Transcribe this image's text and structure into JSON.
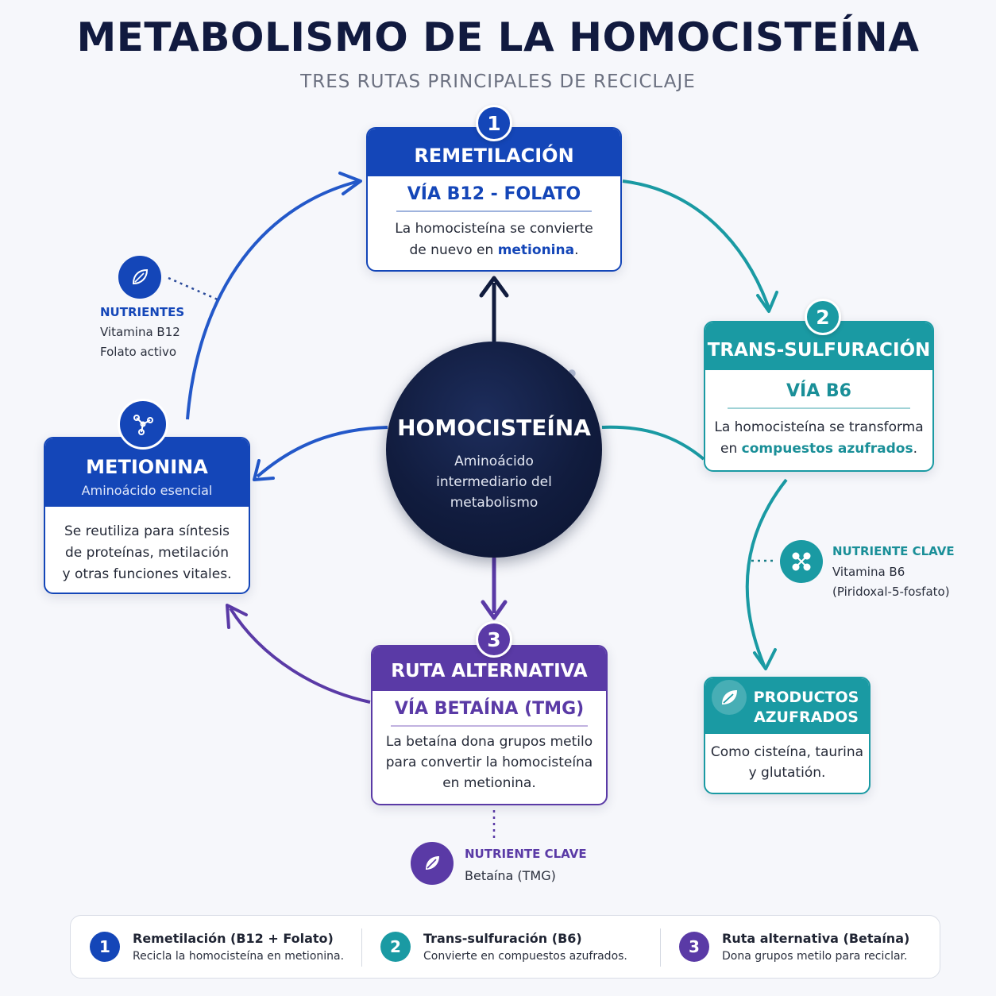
{
  "title": "METABOLISMO DE LA HOMOCISTEÍNA",
  "subtitle": "TRES RUTAS PRINCIPALES DE RECICLAJE",
  "colors": {
    "blue": "#1446b8",
    "teal": "#1a9aa3",
    "purple": "#5a3aa6",
    "navy": "#111c3e"
  },
  "center": {
    "title": "HOMOCISTEÍNA",
    "line1": "Aminoácido",
    "line2": "intermediario del",
    "line3": "metabolismo"
  },
  "remetilacion": {
    "number": "1",
    "title": "REMETILACIÓN",
    "via": "VÍA B12 - FOLATO",
    "line1": "La homocisteína se convierte",
    "line2_prefix": "de nuevo en ",
    "line2_highlight": "metionina",
    "line2_suffix": "."
  },
  "transsulfuracion": {
    "number": "2",
    "title": "TRANS-SULFURACIÓN",
    "via": "VÍA B6",
    "line1": "La homocisteína se transforma",
    "line2_prefix": "en ",
    "line2_highlight": "compuestos azufrados",
    "line2_suffix": "."
  },
  "ruta_alternativa": {
    "number": "3",
    "title": "RUTA ALTERNATIVA",
    "via": "VÍA BETAÍNA (TMG)",
    "line1": "La betaína dona grupos metilo",
    "line2": "para convertir la homocisteína",
    "line3": "en metionina."
  },
  "metionina": {
    "title": "METIONINA",
    "subtitle": "Aminoácido esencial",
    "line1": "Se reutiliza para síntesis",
    "line2": "de proteínas, metilación",
    "line3": "y otras funciones vitales."
  },
  "productos": {
    "title1": "PRODUCTOS",
    "title2": "AZUFRADOS",
    "line1": "Como cisteína, taurina",
    "line2": "y glutatión."
  },
  "nutrientes_left": {
    "label": "NUTRIENTES",
    "line1": "Vitamina B12",
    "line2": "Folato activo"
  },
  "nutriente_b6": {
    "label": "NUTRIENTE CLAVE",
    "line1": "Vitamina B6",
    "line2": "(Piridoxal-5-fosfato)"
  },
  "nutriente_betaina": {
    "label": "NUTRIENTE CLAVE",
    "line1": "Betaína (TMG)"
  },
  "legend": [
    {
      "number": "1",
      "title": "Remetilación (B12 + Folato)",
      "desc": "Recicla la homocisteína en metionina."
    },
    {
      "number": "2",
      "title": "Trans-sulfuración (B6)",
      "desc": "Convierte en compuestos azufrados."
    },
    {
      "number": "3",
      "title": "Ruta alternativa (Betaína)",
      "desc": "Dona grupos metilo para reciclar."
    }
  ]
}
